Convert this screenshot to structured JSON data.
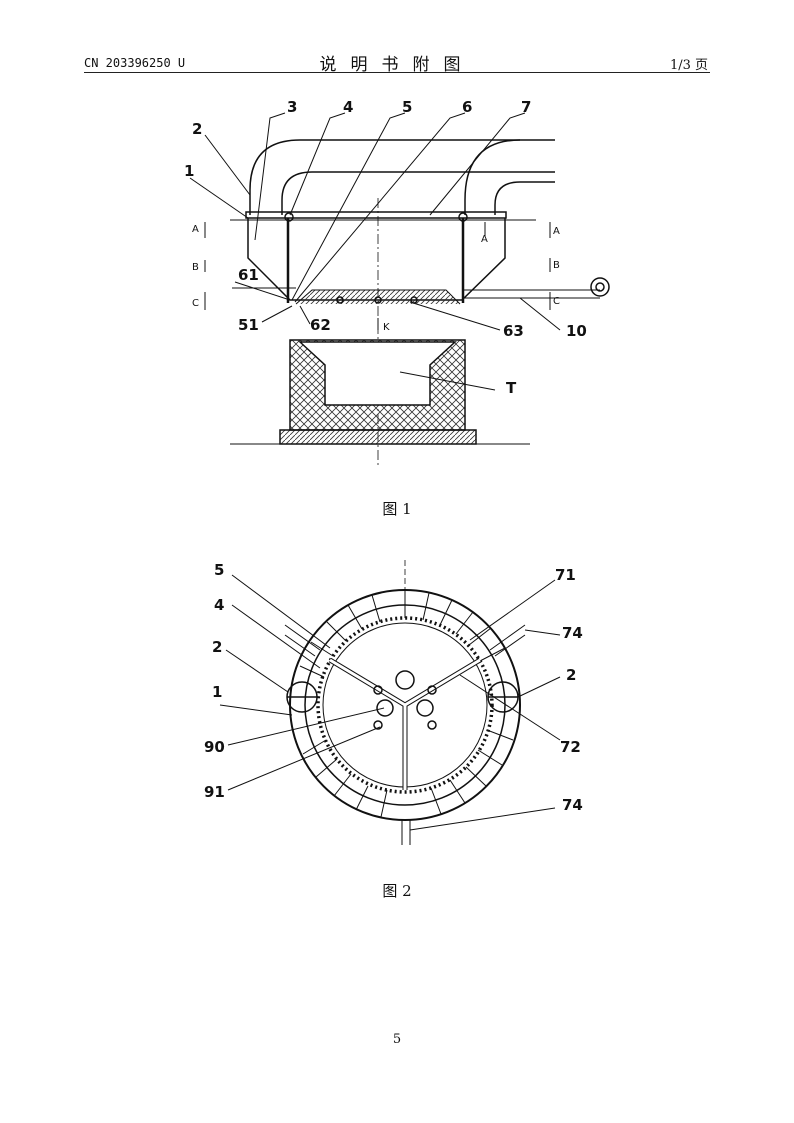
{
  "header": {
    "patent_no": "CN 203396250 U",
    "title": "说明书附图",
    "page": "1/3 页"
  },
  "figure1": {
    "caption": "图 1",
    "labels": [
      "1",
      "2",
      "3",
      "4",
      "5",
      "6",
      "7",
      "61",
      "51",
      "62",
      "63",
      "10",
      "T"
    ],
    "section_marks": [
      "A",
      "A",
      "B",
      "B",
      "C",
      "C",
      "A",
      "K"
    ]
  },
  "figure2": {
    "caption": "图 2",
    "labels": [
      "5",
      "71",
      "4",
      "74",
      "2",
      "2",
      "1",
      "72",
      "90",
      "91",
      "74"
    ]
  },
  "footer": {
    "page_number": "5"
  }
}
